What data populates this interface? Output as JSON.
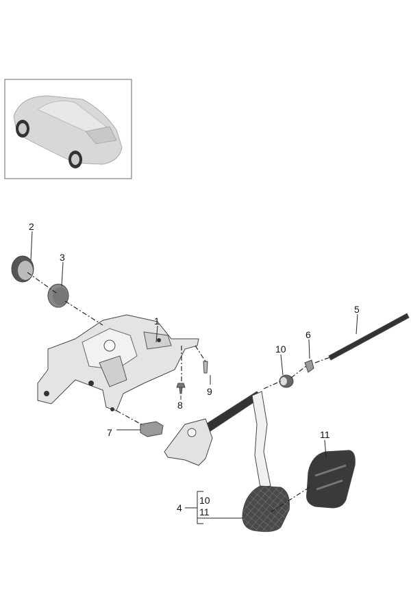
{
  "diagram": {
    "overview_thumbnail": "vehicle-overview",
    "callouts": {
      "p1": "1",
      "p2": "2",
      "p3": "3",
      "p4": "4",
      "p5": "5",
      "p6": "6",
      "p7": "7",
      "p8": "8",
      "p9": "9",
      "p10": "10",
      "p11": "11",
      "group4_a": "10",
      "group4_b": "11"
    }
  }
}
